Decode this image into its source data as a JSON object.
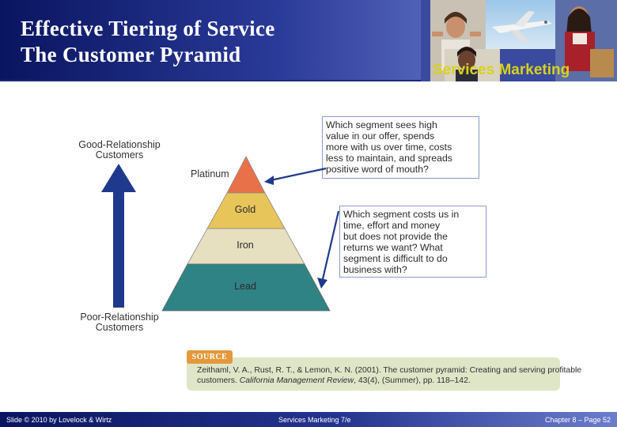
{
  "header": {
    "title_line1": "Effective Tiering of Service",
    "title_line2": "The Customer Pyramid",
    "brand": "Services Marketing"
  },
  "axis": {
    "top_line1": "Good-Relationship",
    "top_line2": "Customers",
    "bottom_line1": "Poor-Relationship",
    "bottom_line2": "Customers"
  },
  "pyramid": {
    "tiers": [
      {
        "name": "Platinum",
        "color": "#e8714a"
      },
      {
        "name": "Gold",
        "color": "#e8c55a"
      },
      {
        "name": "Iron",
        "color": "#e6dfc0"
      },
      {
        "name": "Lead",
        "color": "#2f8385"
      }
    ]
  },
  "callouts": {
    "top": {
      "lines": [
        "Which segment sees high",
        "value in our offer, spends",
        "more with us over time, costs",
        "less to maintain, and spreads",
        "positive word of mouth?"
      ]
    },
    "bottom": {
      "lines": [
        "Which segment costs us in",
        "time, effort and money",
        "but does not provide the",
        "returns we want? What",
        "segment is difficult to do",
        "business with?"
      ]
    }
  },
  "source": {
    "tag": "SOURCE",
    "line1": "Zeithaml, V. A., Rust, R. T., & Lemon, K. N. (2001). The customer pyramid: Creating and serving profitable",
    "line2_prefix": "customers. ",
    "line2_journal": "California Management Review",
    "line2_suffix": ", 43(4), (Summer), pp. 118–142."
  },
  "footer": {
    "left": "Slide © 2010 by Lovelock & Wirtz",
    "center": "Services Marketing 7/e",
    "right": "Chapter 8 – Page 52"
  }
}
